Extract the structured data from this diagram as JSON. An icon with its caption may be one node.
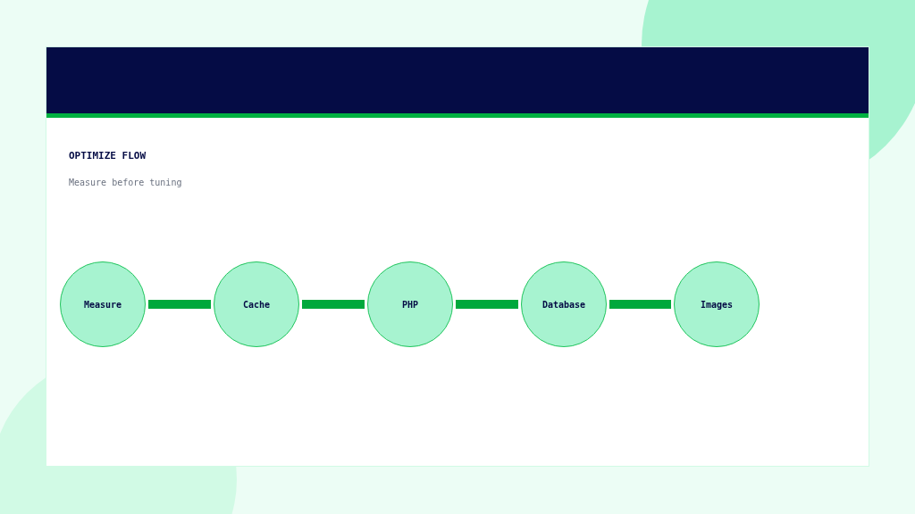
{
  "diagram": {
    "title": "OPTIMIZE FLOW",
    "nodes": [
      {
        "text": [
          "Measure"
        ]
      },
      {
        "text": [
          "Cache"
        ]
      },
      {
        "text": [
          "PHP"
        ]
      },
      {
        "text": [
          "Database"
        ]
      },
      {
        "text": [
          "Images"
        ]
      }
    ],
    "edges": [
      {
        "from": 0,
        "to": 1,
        "arrow": "none"
      },
      {
        "from": 1,
        "to": 2,
        "arrow": "none"
      },
      {
        "from": 2,
        "to": 3,
        "arrow": "none"
      },
      {
        "from": 3,
        "to": 4,
        "arrow": "none"
      }
    ],
    "labels": [
      "Measure before tuning"
    ]
  }
}
